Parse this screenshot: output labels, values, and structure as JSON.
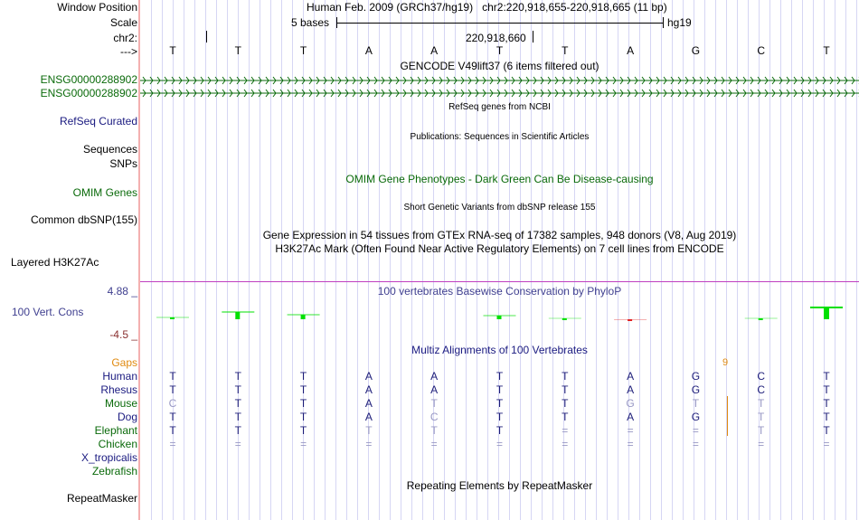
{
  "header": {
    "position_label": "Window Position",
    "scale_label": "Scale",
    "chrom_label": "chr2:",
    "strand_label": "--->",
    "assembly": "Human Feb. 2009 (GRCh37/hg19)",
    "position": "chr2:220,918,655-220,918,665 (11 bp)",
    "scale_text": "5 bases",
    "scale_db": "hg19",
    "coord": "220,918,660"
  },
  "bases": [
    "T",
    "T",
    "T",
    "A",
    "A",
    "T",
    "T",
    "A",
    "G",
    "C",
    "T"
  ],
  "tracks": {
    "gencode_title": "GENCODE V49lift37 (6 items filtered out)",
    "gencode_items": [
      "ENSG00000288902",
      "ENSG00000288902"
    ],
    "refseq_title": "RefSeq genes from NCBI",
    "refseq_label": "RefSeq Curated",
    "pubs_title": "Publications: Sequences in Scientific Articles",
    "pubs_label": "Sequences",
    "snps_label": "SNPs",
    "omim_title": "OMIM Gene Phenotypes - Dark Green Can Be Disease-causing",
    "omim_label": "OMIM Genes",
    "dbsnp_title": "Short Genetic Variants from dbSNP release 155",
    "dbsnp_label": "Common dbSNP(155)",
    "gtex_title": "Gene Expression in 54 tissues from GTEx RNA-seq of 17382 samples, 948 donors (V8, Aug 2019)",
    "h3k_title": "H3K27Ac Mark (Often Found Near Active Regulatory Elements) on 7 cell lines from ENCODE",
    "h3k_label": "Layered H3K27Ac",
    "cons_title": "100 vertebrates Basewise Conservation by PhyloP",
    "cons_label": "100 Vert. Cons",
    "cons_max": "4.88 _",
    "cons_min": "-4.5 _",
    "cons_values": [
      0.4,
      1.6,
      1.0,
      0,
      0,
      0.8,
      0.2,
      -0.1,
      0,
      0.2,
      2.6
    ],
    "multiz_title": "Multiz Alignments of 100 Vertebrates",
    "gaps_label": "Gaps",
    "gap_count": "9",
    "repeat_title": "Repeating Elements by RepeatMasker",
    "repeat_label": "RepeatMasker"
  },
  "alignment": [
    {
      "species": "Human",
      "color": "#1a1a80",
      "bases": [
        "T",
        "T",
        "T",
        "A",
        "A",
        "T",
        "T",
        "A",
        "G",
        "C",
        "T"
      ],
      "faded": [
        0,
        0,
        0,
        0,
        0,
        0,
        0,
        0,
        0,
        0,
        0
      ]
    },
    {
      "species": "Rhesus",
      "color": "#1a1a80",
      "bases": [
        "T",
        "T",
        "T",
        "A",
        "A",
        "T",
        "T",
        "A",
        "G",
        "C",
        "T"
      ],
      "faded": [
        0,
        0,
        0,
        0,
        0,
        0,
        0,
        0,
        0,
        0,
        0
      ]
    },
    {
      "species": "Mouse",
      "color": "#0a6a0a",
      "bases": [
        "C",
        "T",
        "T",
        "A",
        "T",
        "T",
        "T",
        "G",
        "T",
        "T",
        "T"
      ],
      "faded": [
        1,
        0,
        0,
        0,
        1,
        0,
        0,
        1,
        1,
        1,
        0
      ]
    },
    {
      "species": "Dog",
      "color": "#1a1a80",
      "bases": [
        "T",
        "T",
        "T",
        "A",
        "C",
        "T",
        "T",
        "A",
        "G",
        "T",
        "T"
      ],
      "faded": [
        0,
        0,
        0,
        0,
        1,
        0,
        0,
        0,
        0,
        1,
        0
      ]
    },
    {
      "species": "Elephant",
      "color": "#0a6a0a",
      "bases": [
        "T",
        "T",
        "T",
        "T",
        "T",
        "T",
        "=",
        "=",
        "=",
        "T",
        "T"
      ],
      "faded": [
        0,
        0,
        0,
        1,
        1,
        0,
        1,
        1,
        1,
        1,
        0
      ]
    },
    {
      "species": "Chicken",
      "color": "#0a6a0a",
      "bases": [
        "=",
        "=",
        "=",
        "=",
        "=",
        "=",
        "=",
        "=",
        "=",
        "=",
        "="
      ],
      "faded": [
        1,
        1,
        1,
        1,
        1,
        1,
        1,
        1,
        1,
        1,
        1
      ]
    },
    {
      "species": "X_tropicalis",
      "color": "#1a1a80",
      "bases": [],
      "faded": []
    },
    {
      "species": "Zebrafish",
      "color": "#0a6a0a",
      "bases": [],
      "faded": []
    }
  ]
}
